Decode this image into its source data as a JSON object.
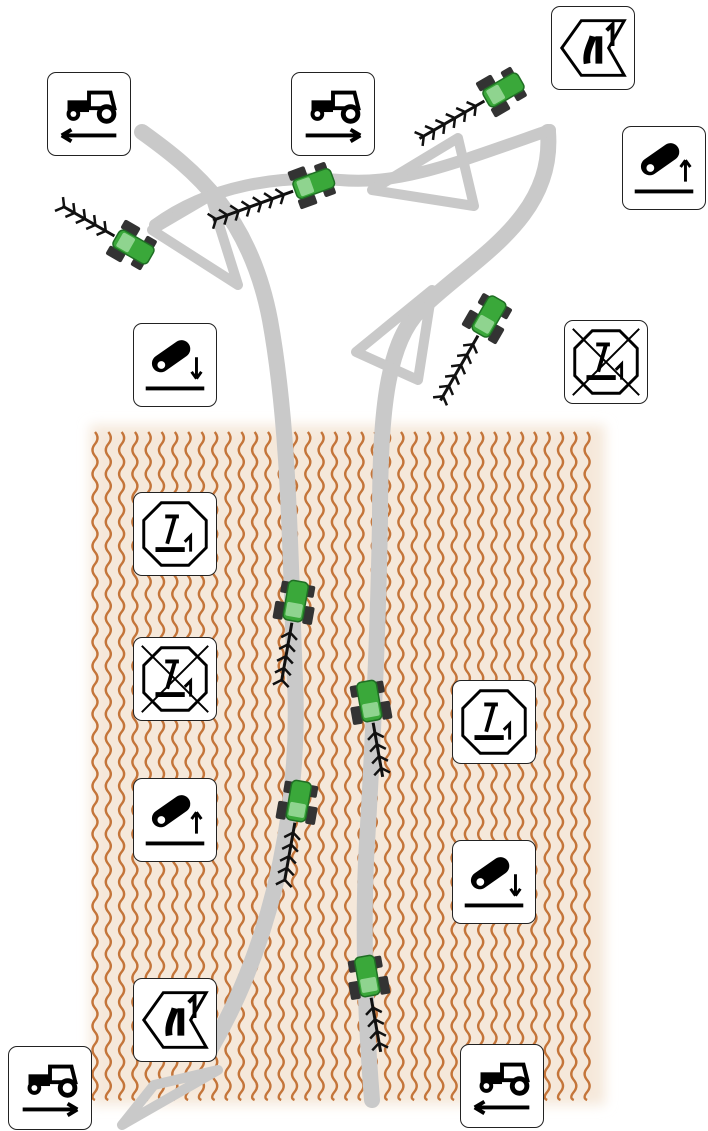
{
  "colors": {
    "field": "#c4753a",
    "field_light": "#f2e3d3",
    "path": "#c9c9c9",
    "tractor_body": "#3aa83a",
    "tractor_dark": "#1f6e24",
    "implement": "#111111",
    "icon_stroke": "#000000"
  },
  "icons": [
    {
      "name": "tractor-reverse-icon",
      "symbol": "tractor-arrow-left"
    },
    {
      "name": "tractor-forward-icon",
      "symbol": "tractor-arrow-right"
    },
    {
      "name": "unit-one-lift-icon",
      "symbol": "unit-1"
    },
    {
      "name": "implement-raise-icon",
      "symbol": "implement-up"
    },
    {
      "name": "implement-lower-icon",
      "symbol": "implement-down"
    },
    {
      "name": "row-marker-off-icon",
      "symbol": "marker-crossed"
    },
    {
      "name": "row-marker-icon",
      "symbol": "marker"
    },
    {
      "name": "row-marker-off-icon",
      "symbol": "marker-crossed"
    },
    {
      "name": "row-marker-icon",
      "symbol": "marker"
    },
    {
      "name": "implement-raise-icon",
      "symbol": "implement-up"
    },
    {
      "name": "implement-lower-icon",
      "symbol": "implement-down"
    },
    {
      "name": "unit-one-lift-icon",
      "symbol": "unit-1"
    },
    {
      "name": "tractor-forward-icon",
      "symbol": "tractor-arrow-right"
    },
    {
      "name": "tractor-reverse-icon",
      "symbol": "tractor-arrow-left"
    }
  ]
}
